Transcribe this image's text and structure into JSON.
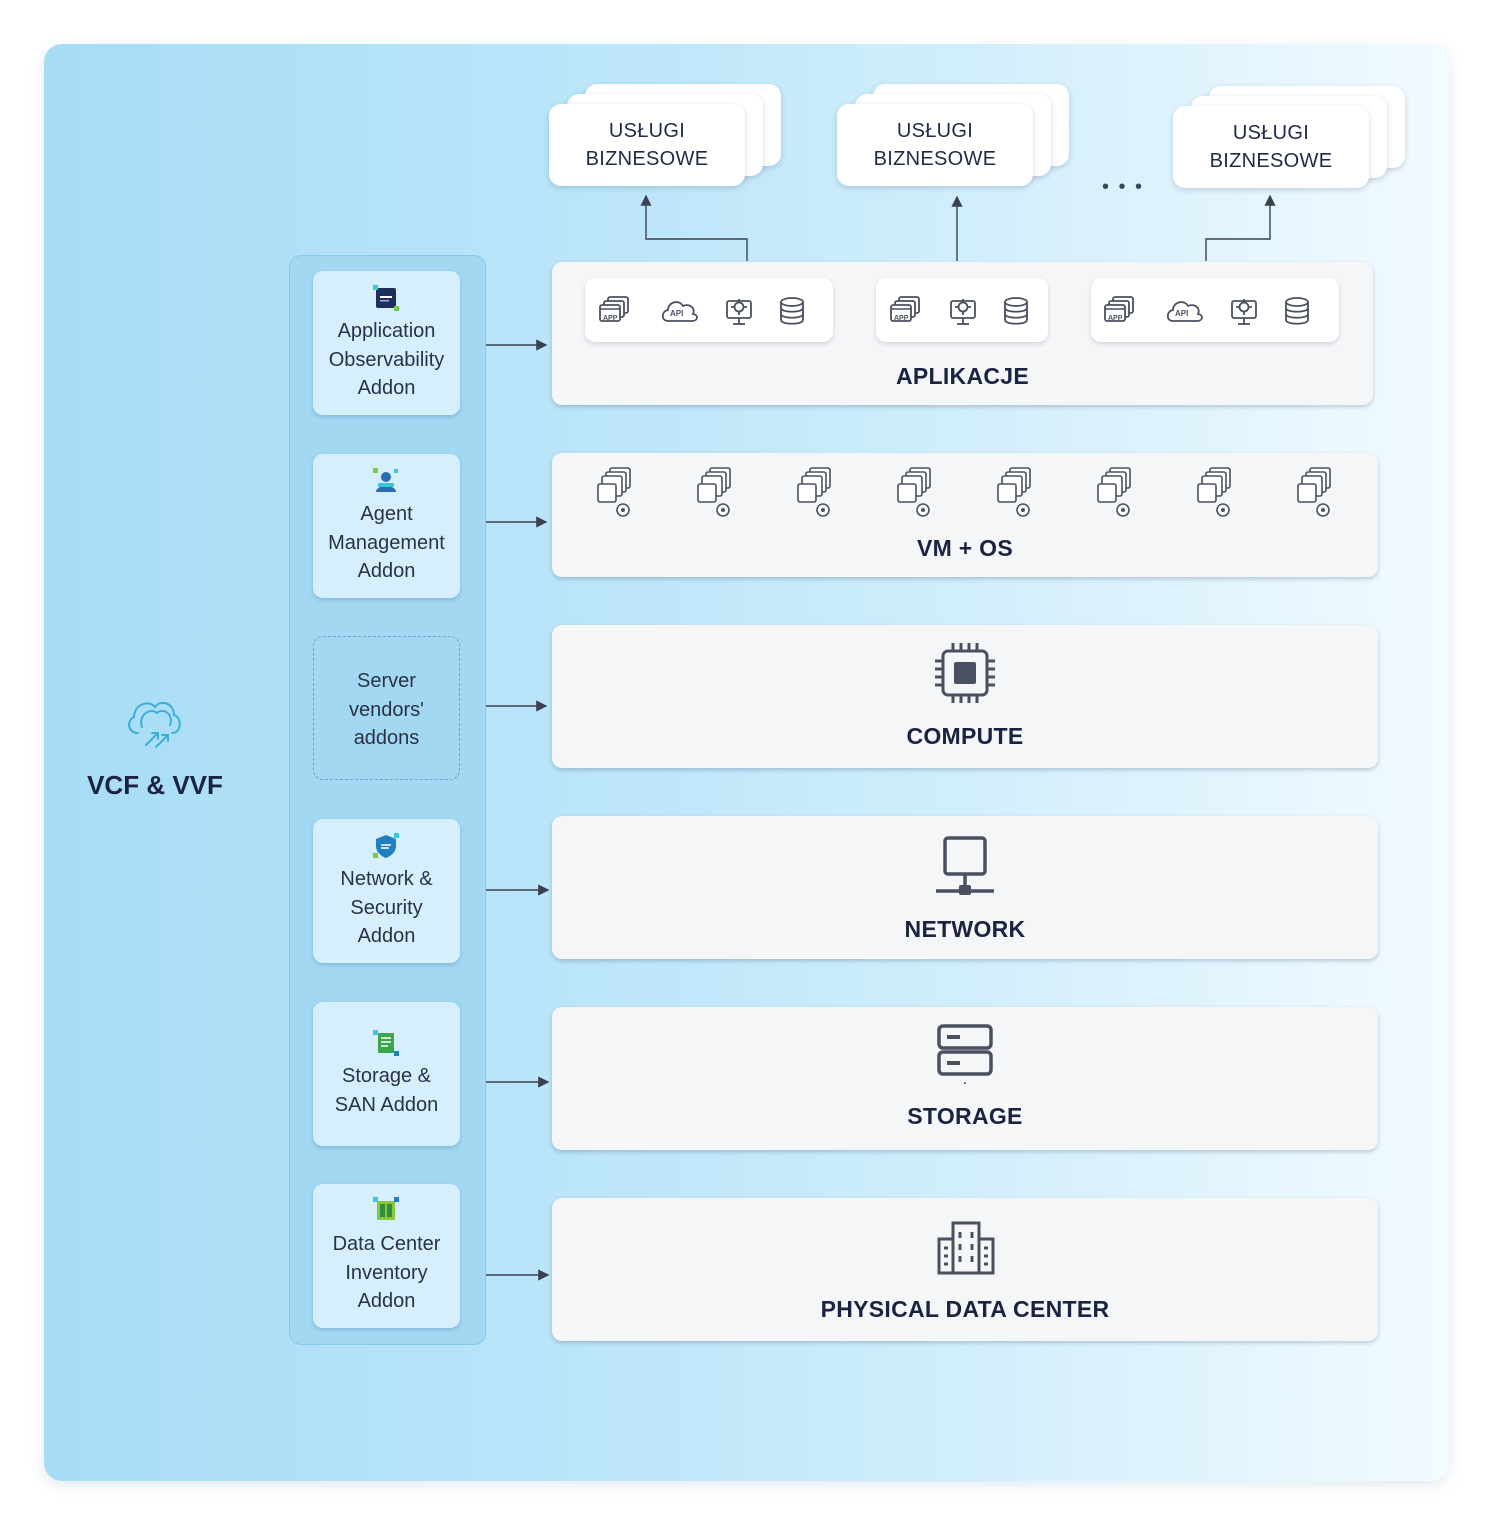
{
  "brand": {
    "title": "VCF & VVF",
    "icon": "cloud-arrows-icon"
  },
  "business_services": [
    {
      "label": "USŁUGI\nBIZNESOWE"
    },
    {
      "label": "USŁUGI\nBIZNESOWE"
    },
    {
      "label": "USŁUGI\nBIZNESOWE"
    }
  ],
  "ellipsis": "• • •",
  "layers": {
    "applications": {
      "title": "APLIKACJE",
      "icons": [
        "app-windows-icon",
        "api-cloud-icon",
        "monitor-gear-icon",
        "database-icon"
      ]
    },
    "vm_os": {
      "title": "VM + OS",
      "icon": "vm-stack-gear-icon",
      "count": 8
    },
    "compute": {
      "title": "COMPUTE",
      "icon": "cpu-chip-icon"
    },
    "network": {
      "title": "NETWORK",
      "icon": "network-monitor-icon"
    },
    "storage": {
      "title": "STORAGE",
      "icon": "storage-server-icon"
    },
    "physical": {
      "title": "PHYSICAL DATA CENTER",
      "icon": "building-icon"
    }
  },
  "addons": [
    {
      "label": "Application\nObservability\nAddon",
      "icon": "app-observability-badge-icon"
    },
    {
      "label": "Agent\nManagement\nAddon",
      "icon": "agent-management-badge-icon"
    },
    {
      "label": "Server\nvendors'\naddons",
      "dashed": true
    },
    {
      "label": "Network &\nSecurity\nAddon",
      "icon": "network-security-badge-icon"
    },
    {
      "label": "Storage &\nSAN Addon",
      "icon": "storage-san-badge-icon"
    },
    {
      "label": "Data Center\nInventory\nAddon",
      "icon": "dc-inventory-badge-icon"
    }
  ],
  "icon_labels": {
    "app": "APP",
    "api": "API"
  },
  "colors": {
    "panel_left": "#a7dcf6",
    "panel_right": "#f3fbff",
    "text_dark": "#1a2340",
    "icon_gray": "#4a5060",
    "connector": "#3a4150"
  }
}
